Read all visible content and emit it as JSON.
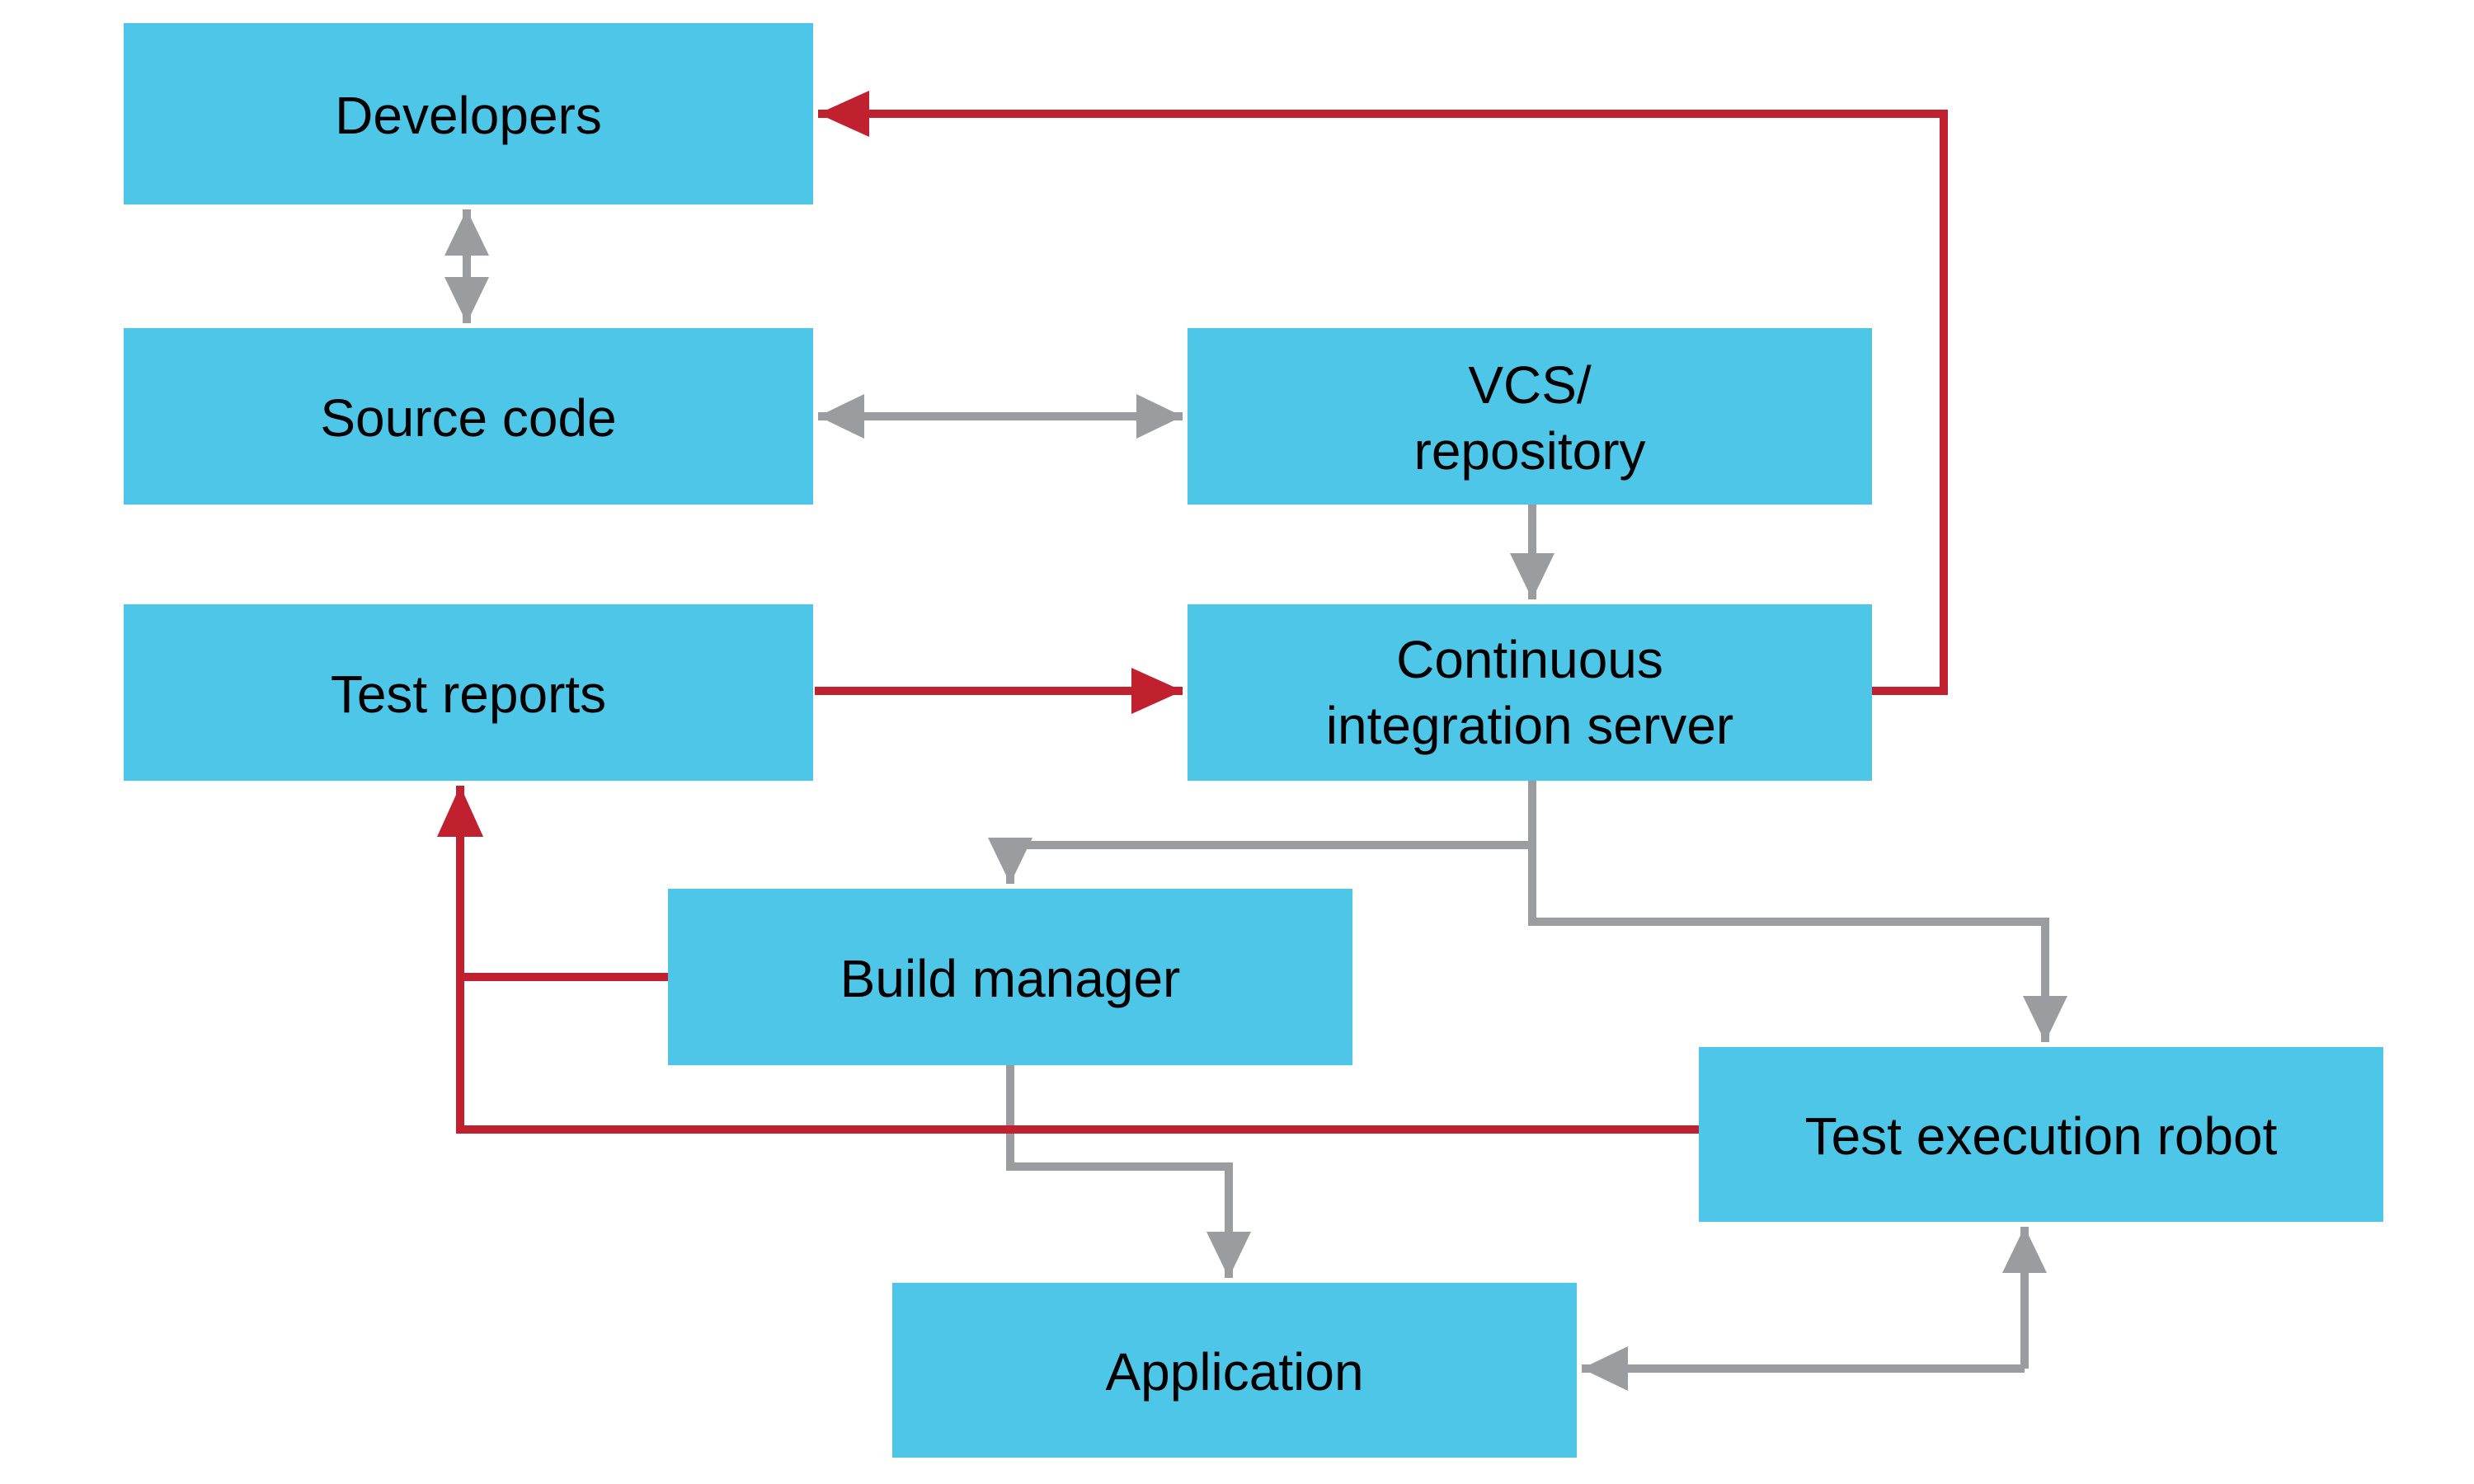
{
  "diagram": {
    "type": "flowchart",
    "subject": "continuous-integration-test-automation-workflow",
    "background": "#FFFFFF",
    "colors": {
      "node_fill": "#4DC6E8",
      "node_text": "#000000",
      "gray_arrow": "#9A9C9F",
      "red_arrow": "#C1202E"
    },
    "nodes": {
      "developers": {
        "label": "Developers"
      },
      "source_code": {
        "label": "Source code"
      },
      "vcs": {
        "line1": "VCS/",
        "line2": "repository"
      },
      "test_reports": {
        "label": "Test reports"
      },
      "ci_server": {
        "line1": "Continuous",
        "line2": "integration server"
      },
      "build_manager": {
        "label": "Build manager"
      },
      "test_robot": {
        "label": "Test execution robot"
      },
      "application": {
        "label": "Application"
      }
    },
    "edges": [
      {
        "from": "developers",
        "to": "source_code",
        "color": "gray",
        "direction": "bidirectional"
      },
      {
        "from": "source_code",
        "to": "vcs",
        "color": "gray",
        "direction": "bidirectional"
      },
      {
        "from": "vcs",
        "to": "ci_server",
        "color": "gray",
        "direction": "one-way"
      },
      {
        "from": "ci_server",
        "to": "build_manager",
        "color": "gray",
        "direction": "one-way"
      },
      {
        "from": "ci_server",
        "to": "test_robot",
        "color": "gray",
        "direction": "one-way"
      },
      {
        "from": "build_manager",
        "to": "application",
        "color": "gray",
        "direction": "one-way"
      },
      {
        "from": "test_robot",
        "to": "application",
        "color": "gray",
        "direction": "bidirectional"
      },
      {
        "from": "ci_server",
        "to": "developers",
        "color": "red",
        "direction": "one-way"
      },
      {
        "from": "test_reports",
        "to": "ci_server",
        "color": "red",
        "direction": "one-way"
      },
      {
        "from": "build_manager",
        "to": "test_reports",
        "color": "red",
        "direction": "one-way"
      },
      {
        "from": "test_robot",
        "to": "test_reports",
        "color": "red",
        "direction": "one-way"
      }
    ]
  }
}
